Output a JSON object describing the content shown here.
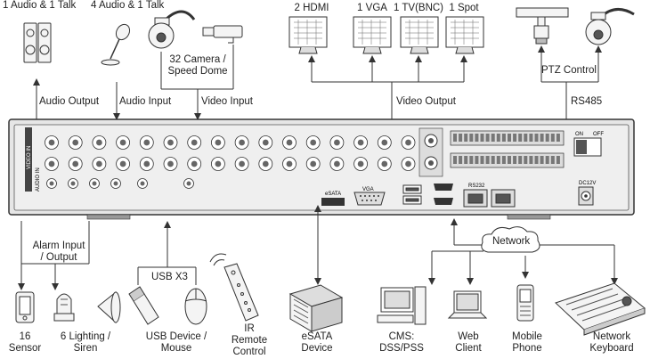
{
  "top": {
    "audio_talk_1": "1 Audio  & 1 Talk",
    "audio_talk_4": "4 Audio & 1 Talk",
    "camera": "32 Camera /\nSpeed Dome",
    "hdmi": "2 HDMI",
    "vga": "1 VGA",
    "tv": "1 TV(BNC)",
    "spot": "1 Spot",
    "audio_output": "Audio  Output",
    "audio_input": "Audio  Input",
    "video_input": "Video Input",
    "video_output": "Video Output",
    "ptz_control": "PTZ Control",
    "rs485": "RS485"
  },
  "panel": {
    "vga": "VGA",
    "esata": "eSATA",
    "rs232": "RS232",
    "on": "ON",
    "off": "OFF",
    "dc": "DC12V",
    "video_in": "VIDEO IN",
    "audio_in": "AUDIO IN"
  },
  "bottom": {
    "alarm": "Alarm Input\n/ Output",
    "usb_x3": "USB X3",
    "network": "Network",
    "sensor": "16\nSensor",
    "lighting": "6 Lighting /\nSiren",
    "usb_device": "USB Device /\nMouse",
    "ir": "IR\nRemote\nControl",
    "esata_device": "eSATA\nDevice",
    "cms": "CMS:\nDSS/PSS",
    "web": "Web\nClient",
    "mobile": "Mobile\nPhone",
    "keyboard": "Network\nKeyboard"
  },
  "colors": {
    "line": "#333333",
    "panel": "#e6e6e6"
  }
}
